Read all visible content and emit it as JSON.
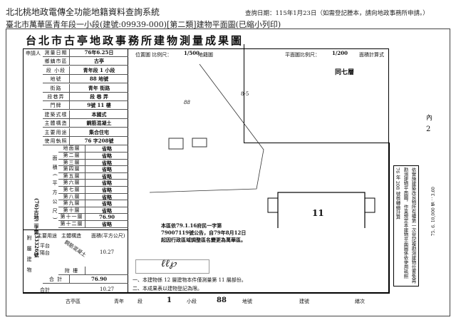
{
  "header": {
    "system": "北北桃地政電傳全功能地籍資料查詢系統",
    "subtitle": "臺北市萬華區青年段一小段(建號:09939-000)[第二類]建物平面圖(已縮小列印)",
    "query_date": "查詢日期：115年1月23日（如需登記謄本，請向地政事務所申請。）"
  },
  "document": {
    "title": "台北市古亭地政事務所建物測量成果圖",
    "left_table": {
      "applicant_label": "申請人",
      "survey_date_label": "測量日期",
      "survey_date": "76年6.25日",
      "district_label": "鄉鎮市區",
      "district": "古亭",
      "section_label": "段 小段",
      "section": "青年段 1 小段",
      "lot_label": "地號",
      "lot": "88 地號",
      "street_label": "街路",
      "street": "青年 街路",
      "lane_label": "段巷弄",
      "lane": "段 巷 弄",
      "door_label": "門牌",
      "door": "9號 11 樓",
      "style_label": "建築式樣",
      "style": "本國式",
      "structure_label": "主體構造",
      "structure": "鋼筋混凝土",
      "use_label": "主要用途",
      "use": "集合住宅",
      "permit_label": "使用執照",
      "permit": "76 字208號",
      "area_label": "面積(平方公尺)",
      "floors": [
        {
          "name": "地面層",
          "value": "省略"
        },
        {
          "name": "第二層",
          "value": "省略"
        },
        {
          "name": "第三層",
          "value": "省略"
        },
        {
          "name": "第四層",
          "value": "省略"
        },
        {
          "name": "第五層",
          "value": "省略"
        },
        {
          "name": "第六層",
          "value": "省略"
        },
        {
          "name": "第七層",
          "value": "省略"
        },
        {
          "name": "第八層",
          "value": "省略"
        },
        {
          "name": "第九層",
          "value": "省略"
        },
        {
          "name": "第十層",
          "value": "省略"
        },
        {
          "name": "第十一層",
          "value": "76.90"
        },
        {
          "name": "第十二層",
          "value": "省略"
        }
      ],
      "appendage_label": "附 樓",
      "total_label": "合 計",
      "total": "76.90",
      "building_no_label": "建號",
      "building_no": "(76)古地二字第33326號",
      "attached": {
        "label": "附屬建物",
        "use_label": "主要用途",
        "structure_label": "主體構造",
        "area_label": "面積(平方公尺)",
        "rows": [
          {
            "use": "平台",
            "structure": "鋼筋混凝土",
            "area": ""
          },
          {
            "use": "陽台",
            "structure": "",
            "area": "10.27"
          }
        ],
        "total_label": "合計",
        "total": "10.27"
      }
    },
    "scale": {
      "location_label": "位置圖 比例尺：",
      "location_scale": "1/500",
      "location_suffix": "地籍圖",
      "plan_label": "平面圖比例尺：",
      "plan_scale": "1/200",
      "plan_suffix": "面積計算式",
      "floor_title": "同七層"
    },
    "plan": {
      "lot_no": "88",
      "unit_no": "11",
      "neighbor": "8-5"
    },
    "note": "本區依79.1.16府民一字第79007119號公告，自79年8月12日起因行政區域調整區名變更為萬華區。",
    "remarks": [
      "一、本建物係 12 層建物本件僅測量第 11 層部份。",
      "二、本成果表以建物登記為限。"
    ],
    "stamp": "依實施建築改良物所有權第一次登記複勘測建物位置免再勘測建物平面圖，作業規定本建物平面圖係依使用執照 76 年 208 號核轉繪計算",
    "side_label": "75. 6. 10,000 張 ：3.60",
    "right_marks": [
      "內",
      "2"
    ],
    "footer": {
      "district": "古亭區",
      "section": "青年",
      "section_label": "段",
      "subsection": "1",
      "subsection_label": "小段",
      "lot": "88",
      "lot_label": "地號",
      "building_label": "建號",
      "sheet_label": "繕次"
    }
  }
}
